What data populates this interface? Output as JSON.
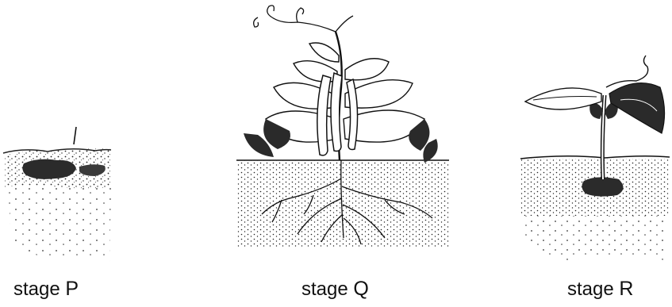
{
  "stages": [
    {
      "prefix": "stage",
      "letter": "P",
      "icon": "seed-in-soil-icon"
    },
    {
      "prefix": "stage",
      "letter": "Q",
      "icon": "mature-bean-plant-icon"
    },
    {
      "prefix": "stage",
      "letter": "R",
      "icon": "young-seedling-icon"
    }
  ],
  "colors": {
    "ink": "#111111",
    "background": "#ffffff"
  }
}
